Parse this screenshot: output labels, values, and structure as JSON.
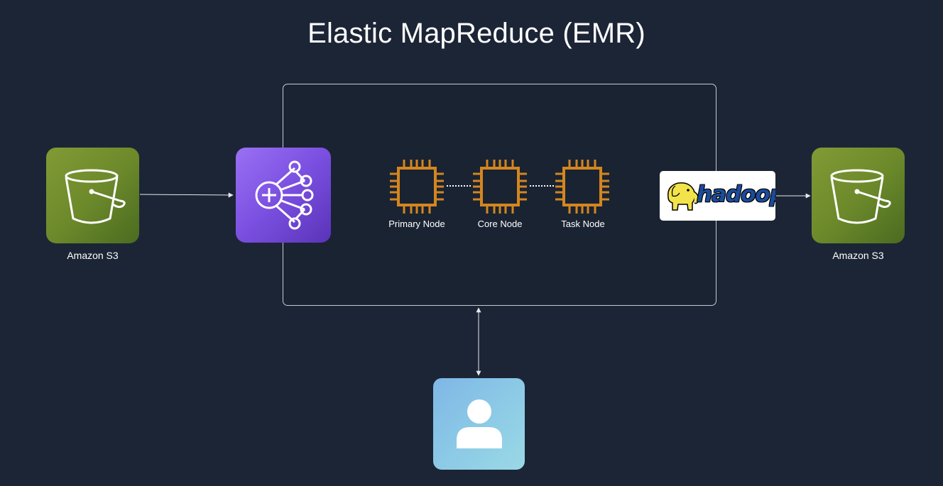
{
  "title": "Elastic MapReduce (EMR)",
  "services": {
    "s3_left": {
      "label": "Amazon S3",
      "icon": "s3-bucket-icon"
    },
    "s3_right": {
      "label": "Amazon S3",
      "icon": "s3-bucket-icon"
    },
    "emr": {
      "icon": "emr-cluster-icon"
    },
    "user": {
      "icon": "user-icon"
    }
  },
  "cluster": {
    "nodes": [
      {
        "label": "Primary Node",
        "icon": "ec2-chip-icon"
      },
      {
        "label": "Core Node",
        "icon": "ec2-chip-icon"
      },
      {
        "label": "Task Node",
        "icon": "ec2-chip-icon"
      }
    ]
  },
  "hadoop": {
    "label": "hadoop",
    "icon": "hadoop-elephant-icon"
  },
  "colors": {
    "background": "#1c2536",
    "s3_green": "#6d8a2b",
    "emr_purple": "#7a4fe0",
    "chip_orange": "#d4861f",
    "user_blue": "#8dcbe6",
    "hadoop_blue": "#1b4b9a",
    "hadoop_yellow": "#f3e34a"
  }
}
